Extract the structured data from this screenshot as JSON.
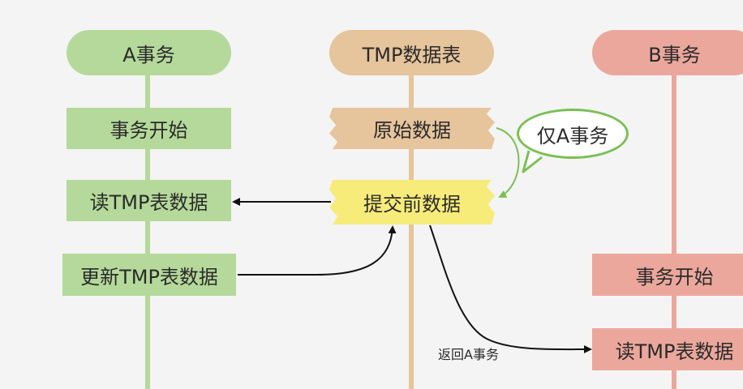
{
  "lanes": {
    "a": {
      "title": "A事务"
    },
    "tmp": {
      "title": "TMP数据表"
    },
    "b": {
      "title": "B事务"
    }
  },
  "a_steps": {
    "begin": "事务开始",
    "read": "读TMP表数据",
    "update": "更新TMP表数据"
  },
  "tmp_states": {
    "original": "原始数据",
    "precommit": "提交前数据"
  },
  "callout": {
    "text": "仅A事务"
  },
  "b_steps": {
    "begin": "事务开始",
    "read": "读TMP表数据"
  },
  "annotation": {
    "return_label": "返回A事务"
  },
  "colors": {
    "a_lane": "#b5d99a",
    "tmp_lane": "#e6c49c",
    "b_lane": "#eba79c",
    "precommit_highlight": "#f7ec7a",
    "callout_border": "#7bbf54",
    "arrows": "#111111"
  }
}
